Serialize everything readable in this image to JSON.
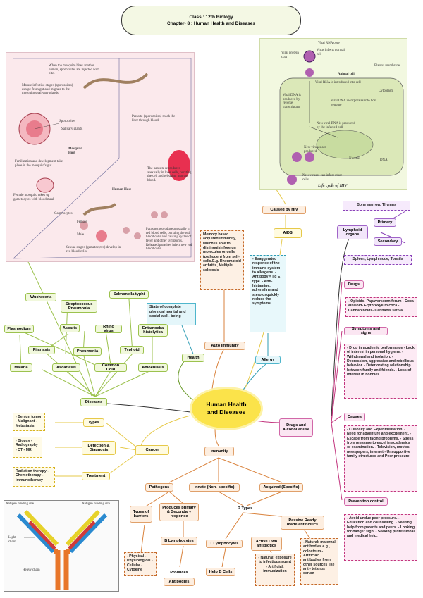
{
  "header": {
    "line1": "Class : 12th Biology",
    "line2": "Chapter- 8 : Human Health and Diseases"
  },
  "center": {
    "label": "Human Health and Diseases"
  },
  "malaria_panel": {
    "captions": [
      "When the mosquito bites another human, sporozoites are injected with bite.",
      "Mature infective stages (sporozoites) escape from gut and migrate to the mosquito's salivary glands.",
      "Sporozoites",
      "Salivary glands",
      "Mosquito Host",
      "Fertilization and development take place in the mosquito's gut",
      "Female mosquito takes up gametocytes with blood meal",
      "Gametocytes",
      "Female",
      "Male",
      "Sexual stages (gametocytes) develop in red blood cells.",
      "Parasite (sporozoites) reach the liver through blood",
      "The parasite reproduces asexually in liver cells, bursting the cell and releasing into the blood.",
      "Human Host",
      "Parasites reproduce asexually in red blood cells, bursting the red blood cells and causing cycles of fever and other symptoms. Released parasites infect new red blood cells."
    ]
  },
  "hiv_panel": {
    "labels": [
      "Viral RNA core",
      "Viral protein coat",
      "Virus infects normal cell",
      "Plasma membrane",
      "Animal cell",
      "Viral RNA is introduced into cell",
      "Cytoplasm",
      "Viral DNA is produced by reverse transcriptase",
      "Viral DNA incorporates into host genome",
      "New viral RNA is produced by the infected cell",
      "New viruses are produced",
      "Nucleus",
      "DNA",
      "New viruses can infect other cells"
    ],
    "caption": "Life cycle of HIV"
  },
  "health": {
    "label": "Health",
    "definition": "State of complete physical mental and social well- being"
  },
  "auto_immunity": {
    "label": "Auto Immunity",
    "text": "Memory based acquired immunity, which is able to distinguish foreign molecules or cells (pathogen) from self-cells.E.g. Rheumatoid arthritis, Multiple sclerosis"
  },
  "allergy": {
    "label": "Allergy",
    "text": "- Exaggerated response of the immune system to allergens. - Antibody = I g E type. - Anti-histamine, adrenaline and steroidsquickly reduce the symptoms."
  },
  "aids": {
    "caused_by": "Caused by HIV",
    "label": "AIDS"
  },
  "diseases": {
    "label": "Diseases",
    "pathogens": [
      "Wuchereria",
      "Streptococcus Pneumonia",
      "Salmonella typhi",
      "Plasmodium",
      "Ascaris",
      "Rhino virus",
      "Entamoeba histolytica"
    ],
    "names": [
      "Filariasis",
      "Pneumonia",
      "Typhoid",
      "Malaria",
      "Ascariasis",
      "Common Cold",
      "Amoebiasis"
    ]
  },
  "cancer": {
    "label": "Cancer",
    "types": {
      "label": "Types",
      "items": "- Benign tumor - Malignant - Metastasis"
    },
    "detection": {
      "label": "Detection & Diagnosis",
      "items": "- Biopsy - Radiography - CT - MRI"
    },
    "treatment": {
      "label": "Treatment",
      "items": "Radiation therapy - Chemotherapy - Immunotherapy"
    }
  },
  "immunity": {
    "label": "Immunity",
    "pathogens": "Pathogens",
    "innate": "Innate (Non- specific)",
    "acquired": "Acquired (Specific)",
    "barriers": "Types of barriers",
    "barrier_list": "- Physical - Physiological - Cellular - Cytokine",
    "produces": "Produces primary & Secondary response",
    "b_lymph": "B Lymphocytes",
    "t_lymph": "T Lymphocytes",
    "produces_ab": "Produces",
    "antibodies": "Antibodies",
    "help_b": "Help B Cells",
    "two_types": "2 Types",
    "active": "Active Own antibiotics",
    "passive": "Passive Ready made antibiotics",
    "natural_active": "- Natural: exposure to infectious agent - Artificial: immunization",
    "natural_passive": "- Natural: maternal antibodies e.g., colostrum - Artificial: antibodies from other sources like anti- tetanus serum"
  },
  "antibody_fig": {
    "labels": [
      "Antigen binding site",
      "Antigen binding site",
      "Light chain",
      "Heavy chain"
    ]
  },
  "lymphoid": {
    "label": "Lymphoid organs",
    "primary": "Primary",
    "primary_items": "Bone marrow, Thymus",
    "secondary": "Secondary",
    "secondary_items": "Spleen, Lymph node, Tonsils"
  },
  "drugs_alcohol": {
    "label": "Drugs and Alcohol abuse",
    "drugs": "Drugs",
    "drug_list": "- Opioids- Papaversomniferum - Coca alkaloid- Erythroxylum coca - Cannabinoids- Cannabis sativa",
    "symptoms": "Symptoms and signs",
    "symptom_list": "- Drop in academic performance - Lack of interest in personal hygiene. - Withdrawal and isolation. - Depression, aggressive and rebellious behavior. - Deteriorating relationship between family and friends. - Loss of interest in hobbies.",
    "causes": "Causes",
    "cause_list": "- Curiosity and Experimentation. - Need for adventure and excitement. - Escape from facing problems. - Stress from pressure to excel in academics or examination. - Television, movies, newspapers, internet - Unsupportive family structures and Peer pressure",
    "prevention": "Prevention control",
    "prevention_list": "- Avoid undue peer pressure. - Education and counselling. - Seeking help from parents and peers. - Looking for danger sign. - Seeking professional and medical help."
  },
  "colors": {
    "green": "#9cc24e",
    "orange": "#d9823c",
    "pink": "#c2357e",
    "purple": "#8a42b8",
    "teal": "#2d9cb4",
    "yellow": "#f4d83a"
  }
}
